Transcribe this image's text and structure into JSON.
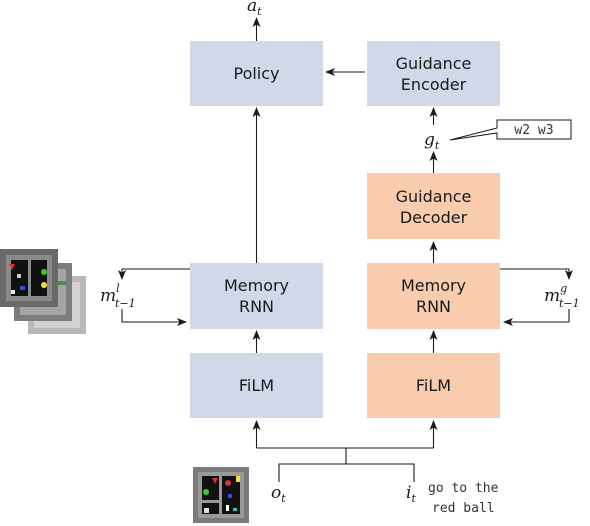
{
  "colors": {
    "blue_box": "#cfd9ea",
    "orange_box": "#f8ccad",
    "line": "#1a1a1a"
  },
  "boxes": {
    "policy": "Policy",
    "guidance_encoder": [
      "Guidance",
      "Encoder"
    ],
    "guidance_decoder": [
      "Guidance",
      "Decoder"
    ],
    "memory_left": [
      "Memory",
      "RNN"
    ],
    "memory_right": [
      "Memory",
      "RNN"
    ],
    "film_left": "FiLM",
    "film_right": "FiLM"
  },
  "symbols": {
    "action": {
      "base": "a",
      "sub": "t"
    },
    "guidance": {
      "base": "g",
      "sub": "t"
    },
    "mem_left": {
      "base": "m",
      "sup": "l",
      "sub": "t−1"
    },
    "mem_right": {
      "base": "m",
      "sup": "g",
      "sub": "t−1"
    },
    "obs": {
      "base": "o",
      "sub": "t"
    },
    "instr": {
      "base": "i",
      "sub": "t"
    }
  },
  "guidance_callout": "w2 w3",
  "instruction_text": [
    "go to the",
    "red ball"
  ],
  "icons": {
    "stacked_obs": "stacked-gridworld-observations-icon",
    "single_obs": "gridworld-observation-icon"
  }
}
